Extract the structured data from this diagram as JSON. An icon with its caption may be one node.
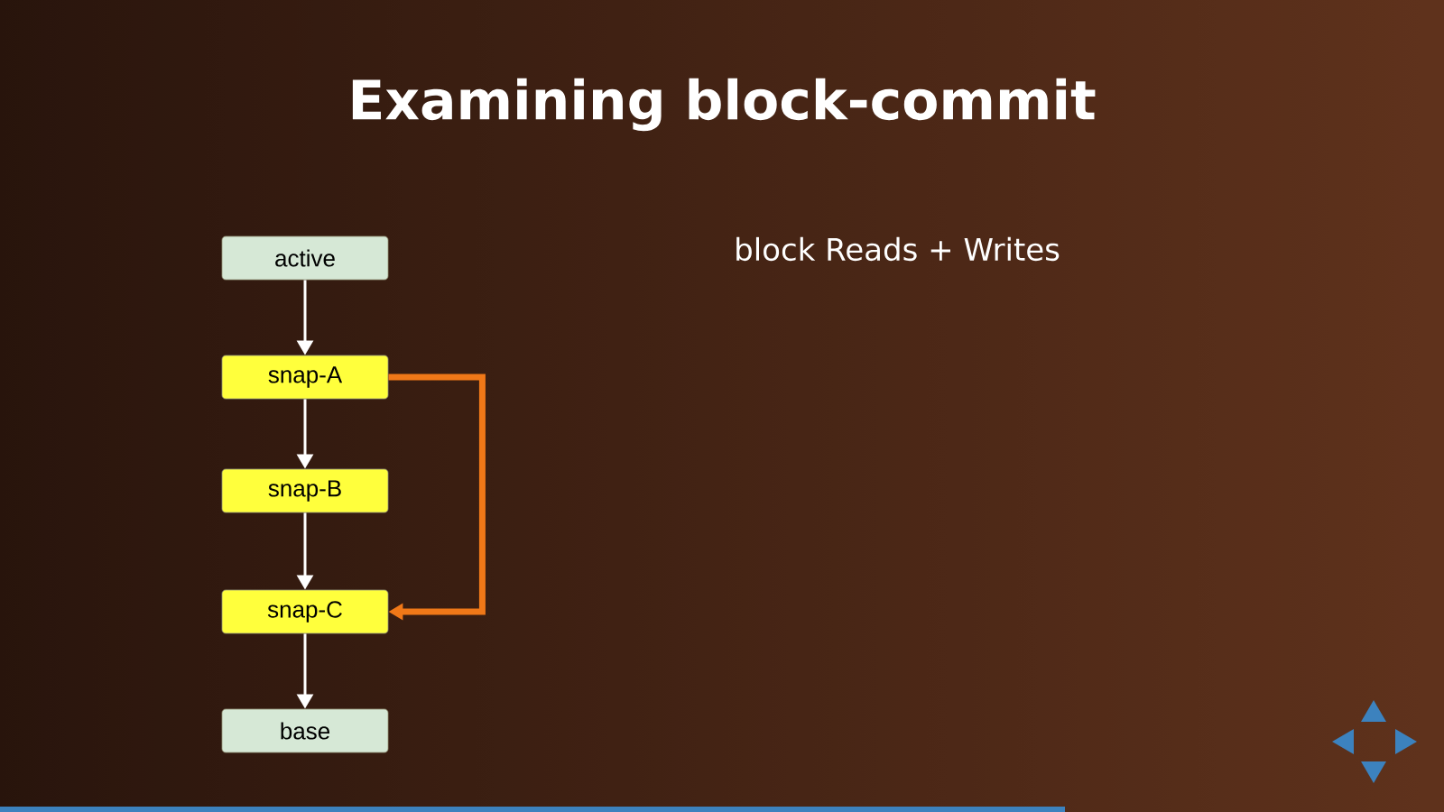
{
  "diagram": {
    "title": "Examining block-commit",
    "nodes": [
      {
        "text": [
          "active"
        ]
      },
      {
        "text": [
          "snap-A"
        ]
      },
      {
        "text": [
          "snap-B"
        ]
      },
      {
        "text": [
          "snap-C"
        ]
      },
      {
        "text": [
          "base"
        ]
      }
    ],
    "edges": [
      {
        "from": 0,
        "to": 1,
        "arrow": "to"
      },
      {
        "from": 1,
        "to": 2,
        "arrow": "to"
      },
      {
        "from": 2,
        "to": 3,
        "arrow": "to"
      },
      {
        "from": 3,
        "to": 4,
        "arrow": "to"
      },
      {
        "from": 1,
        "to": 3,
        "arrow": "to",
        "style": "thick",
        "color": "#f07818"
      }
    ],
    "labels": [
      "block Reads + Writes"
    ]
  }
}
